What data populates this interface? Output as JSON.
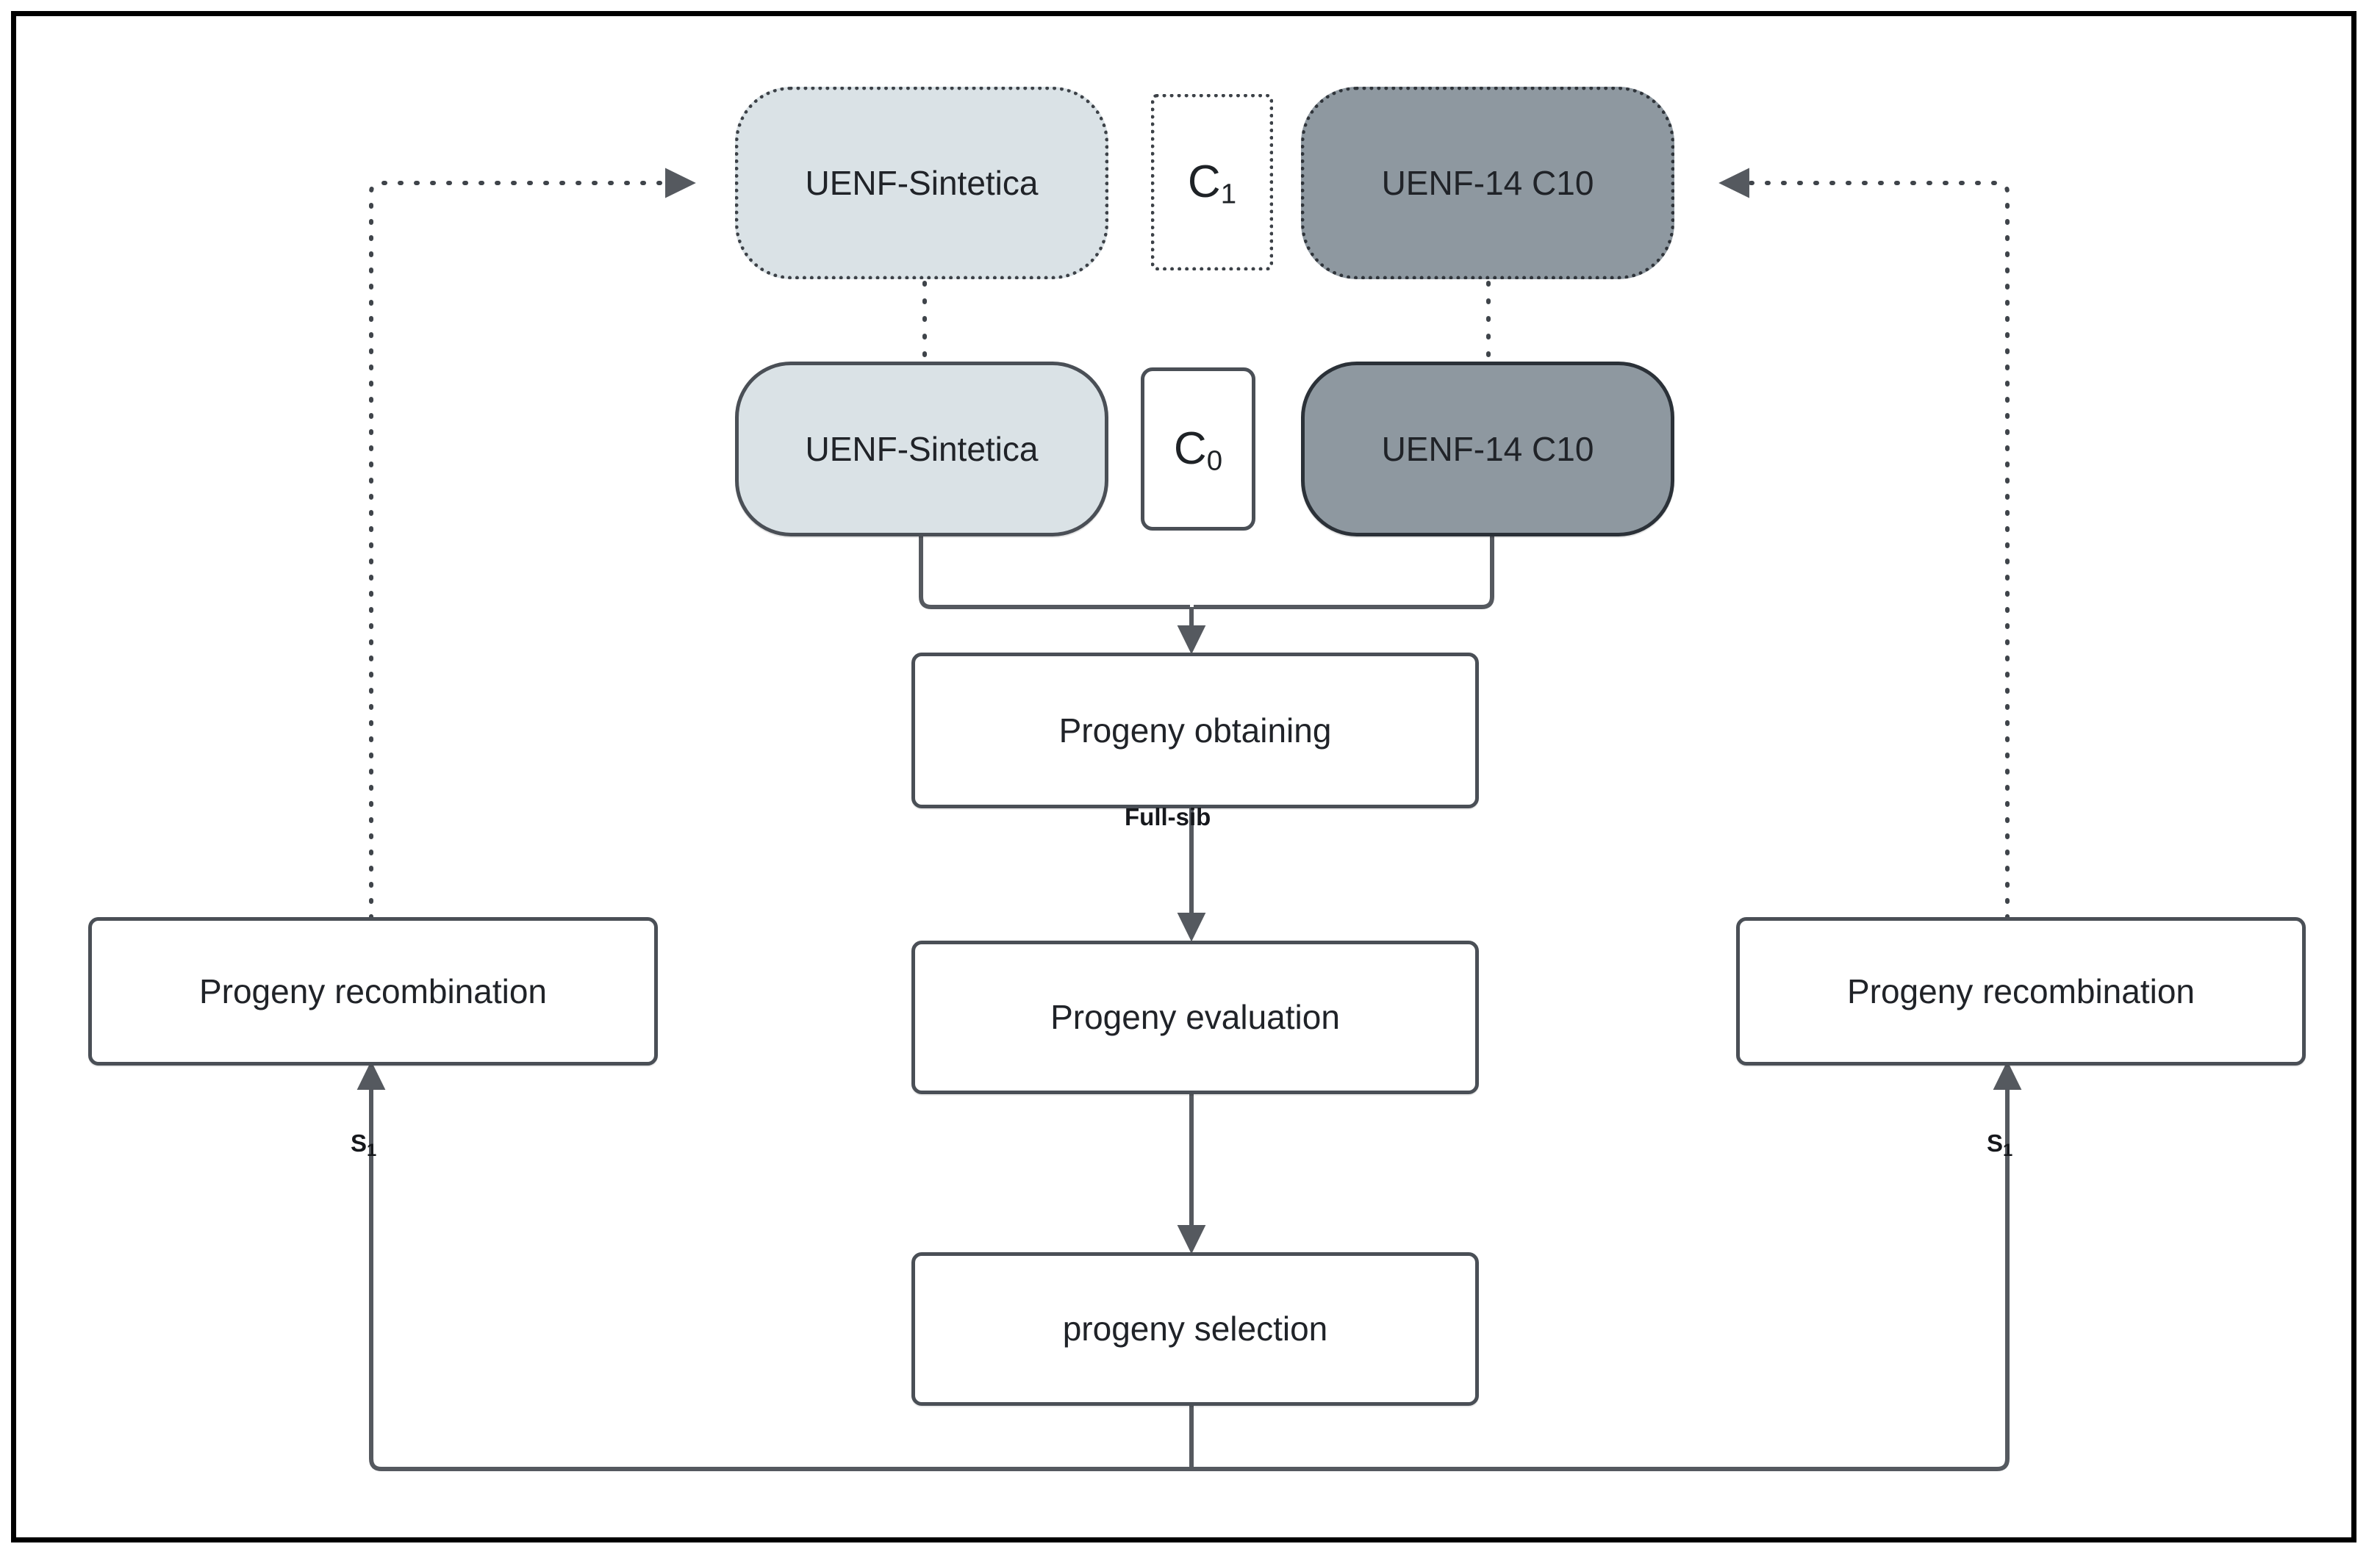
{
  "diagram": {
    "title": "Reciprocal recurrent selection scheme",
    "type": "flowchart",
    "frame": {
      "border_color": "#000000"
    },
    "palette": {
      "fill_light": "#dae2e6",
      "fill_dark": "#8e98a0",
      "stroke": "#4a4f56",
      "stroke_dark": "#2b3138",
      "text": "#202328",
      "background": "#ffffff"
    }
  },
  "nodes": {
    "c1_left_population": "UENF-Sintetica",
    "c1_tag": {
      "letter": "C",
      "index": "1"
    },
    "c1_right_population": "UENF-14 C10",
    "c0_left_population": "UENF-Sintetica",
    "c0_tag": {
      "letter": "C",
      "index": "0"
    },
    "c0_right_population": "UENF-14 C10",
    "progeny_obtaining": "Progeny obtaining",
    "progeny_evaluation": "Progeny evaluation",
    "progeny_selection": "progeny selection",
    "progeny_recombination_left": "Progeny recombination",
    "progeny_recombination_right": "Progeny recombination"
  },
  "edge_labels": {
    "full_sib": "Full-sib",
    "s1_left": {
      "letter": "S",
      "index": "1"
    },
    "s1_right": {
      "letter": "S",
      "index": "1"
    }
  },
  "edges": [
    {
      "name": "c0-left-to-progeny-obtaining",
      "style": "solid",
      "arrow": true
    },
    {
      "name": "c0-right-to-progeny-obtaining",
      "style": "solid",
      "arrow": true
    },
    {
      "name": "progeny-obtaining-to-progeny-evaluation",
      "style": "solid",
      "arrow": true,
      "label": "Full-sib"
    },
    {
      "name": "progeny-evaluation-to-progeny-selection",
      "style": "solid",
      "arrow": true
    },
    {
      "name": "progeny-selection-to-recombination-left",
      "style": "solid",
      "arrow": true,
      "label": "S1"
    },
    {
      "name": "progeny-selection-to-recombination-right",
      "style": "solid",
      "arrow": true,
      "label": "S1"
    },
    {
      "name": "recombination-left-to-c1-left-population",
      "style": "dotted",
      "arrow": true
    },
    {
      "name": "recombination-right-to-c1-right-population",
      "style": "dotted",
      "arrow": true
    },
    {
      "name": "c1-left-to-c0-left",
      "style": "dotted",
      "arrow": false
    },
    {
      "name": "c1-right-to-c0-right",
      "style": "dotted",
      "arrow": false
    }
  ]
}
